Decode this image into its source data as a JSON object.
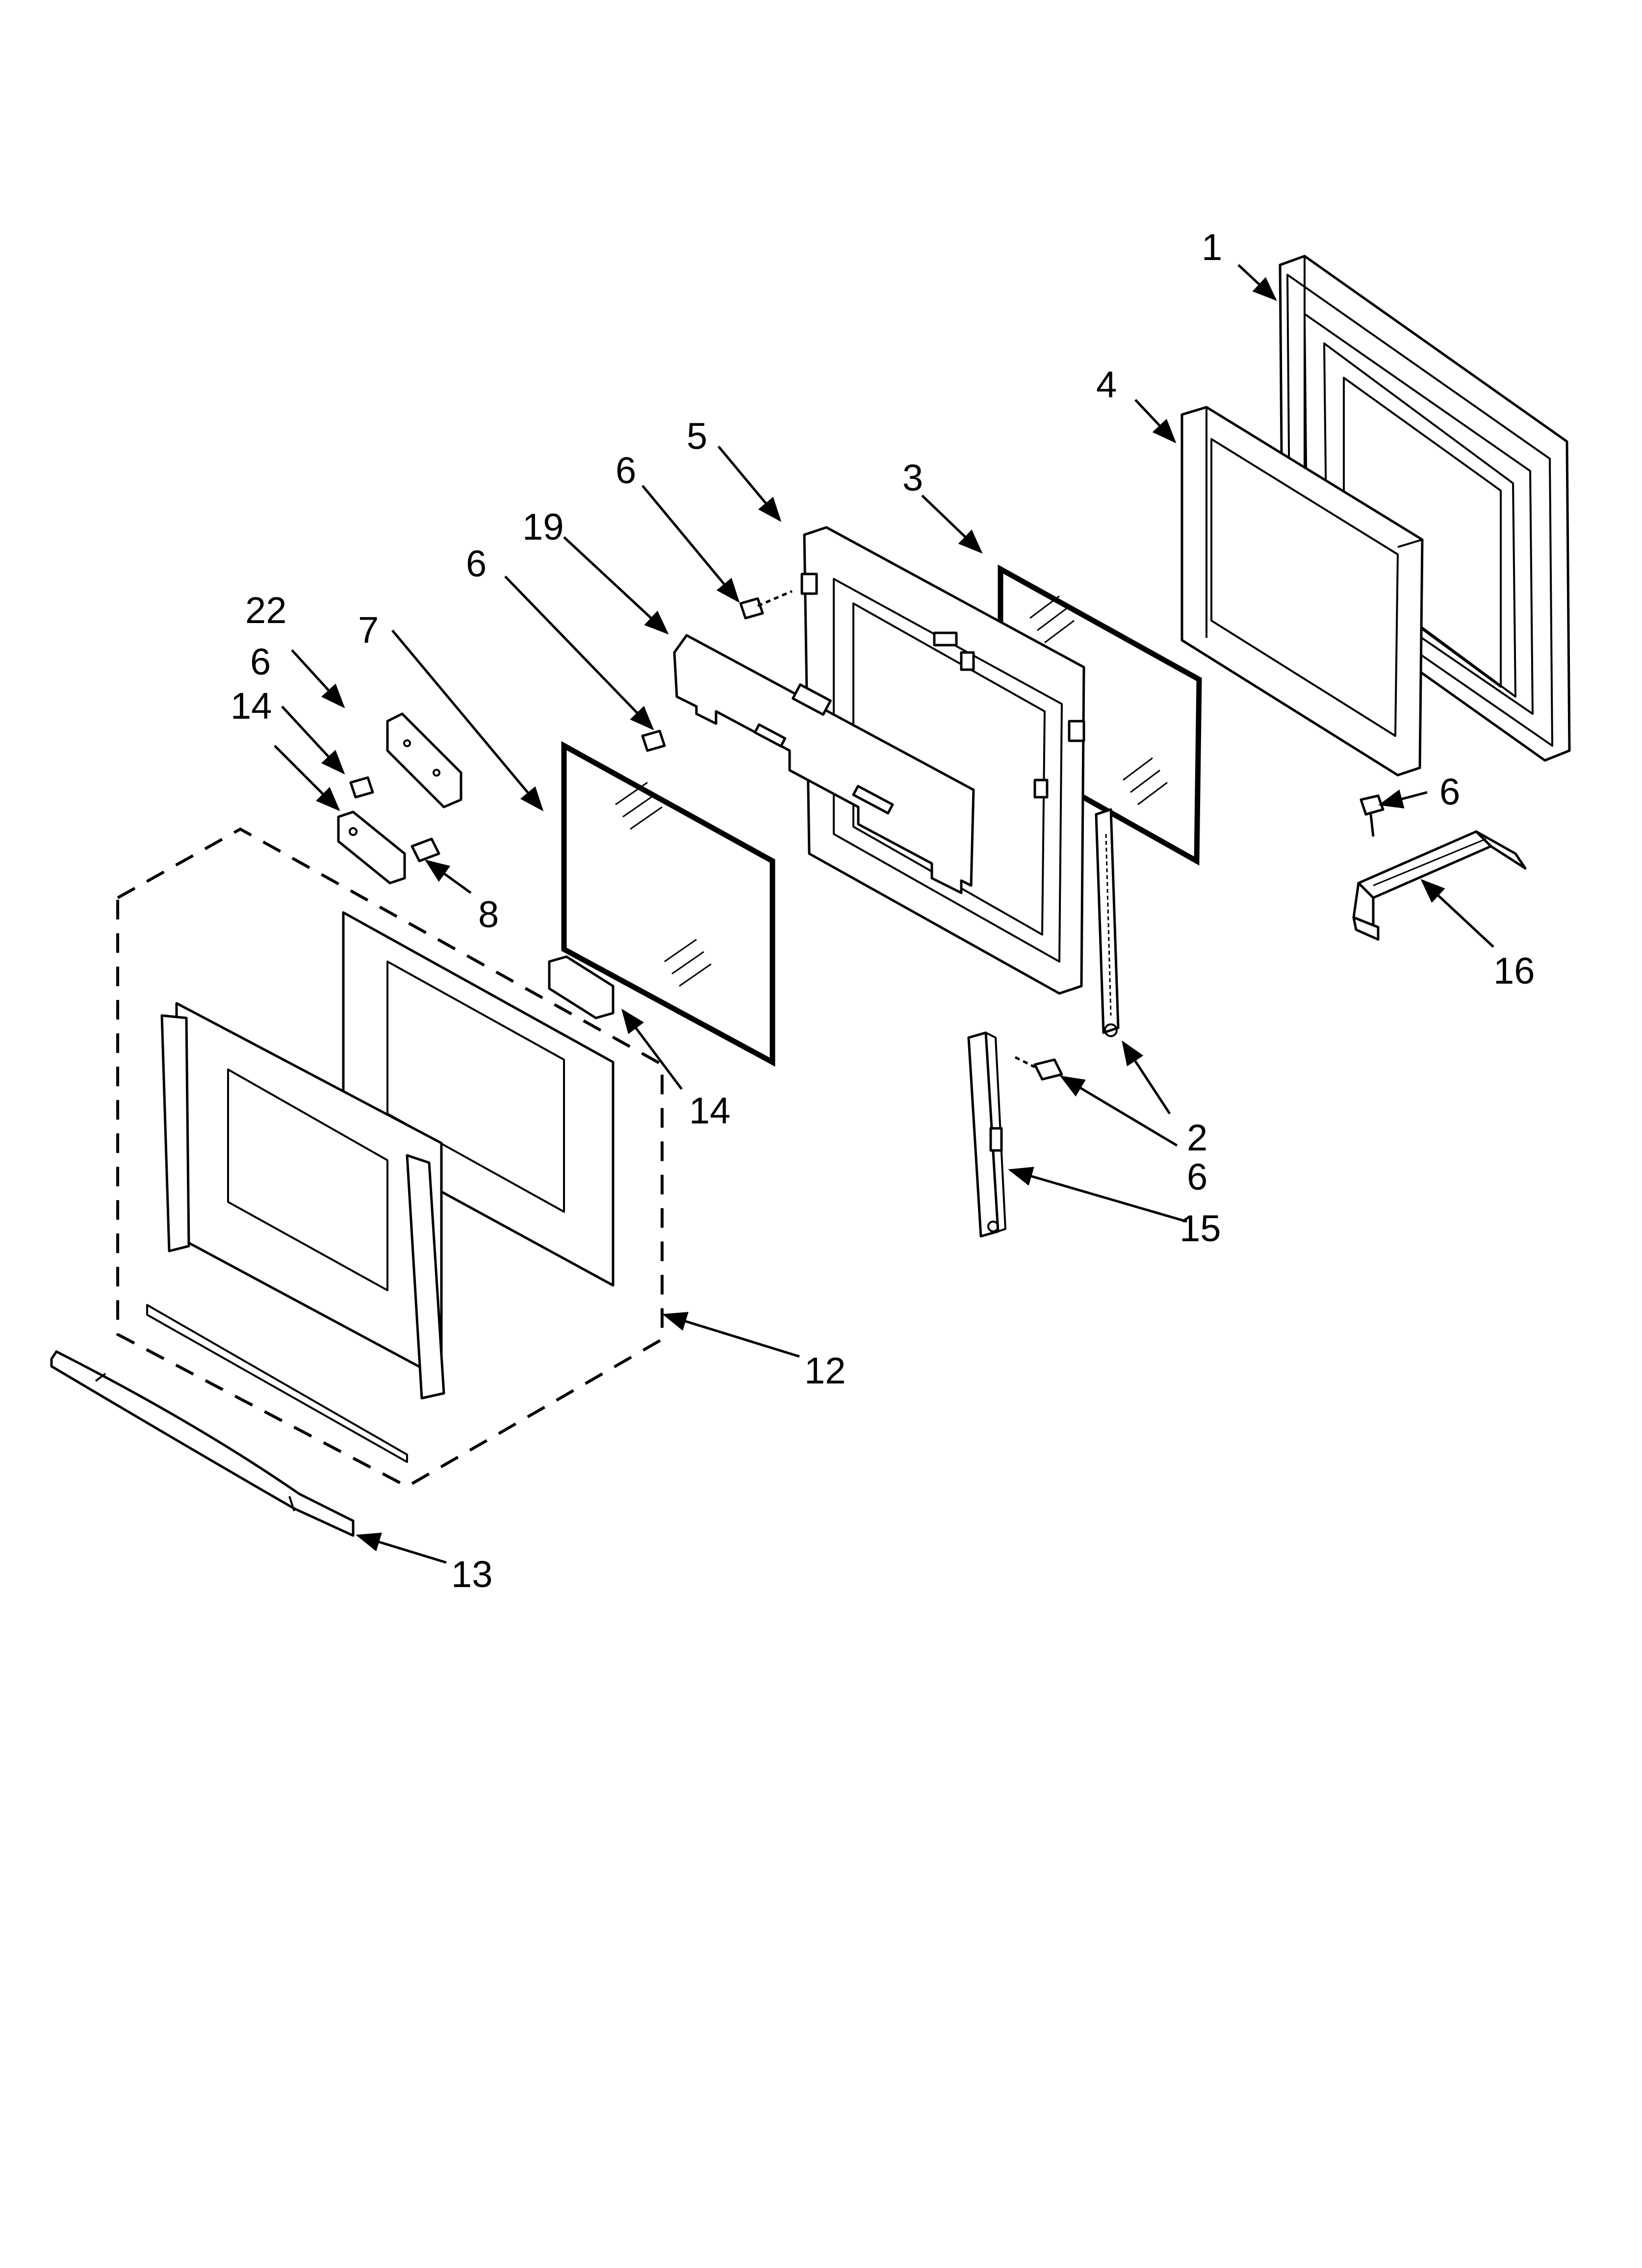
{
  "callouts": {
    "c1": "1",
    "c2": "2",
    "c3": "3",
    "c4": "4",
    "c5": "5",
    "c6a": "6",
    "c6b": "6",
    "c6c": "6",
    "c6d": "6",
    "c6e": "6",
    "c7": "7",
    "c8": "8",
    "c12": "12",
    "c13": "13",
    "c14a": "14",
    "c14b": "14",
    "c15": "15",
    "c16": "16",
    "c19": "19",
    "c22": "22"
  }
}
